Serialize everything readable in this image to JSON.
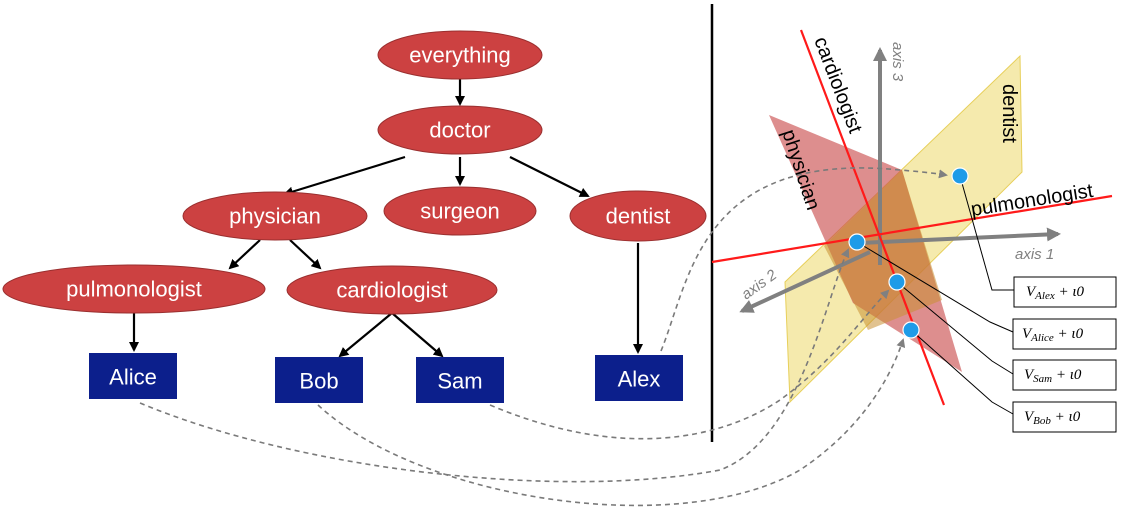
{
  "tree": {
    "nodes": {
      "everything": "everything",
      "doctor": "doctor",
      "physician": "physician",
      "surgeon": "surgeon",
      "dentist": "dentist",
      "pulmonologist": "pulmonologist",
      "cardiologist": "cardiologist"
    },
    "leaves": {
      "alice": "Alice",
      "bob": "Bob",
      "sam": "Sam",
      "alex": "Alex"
    }
  },
  "embedding": {
    "axes": {
      "axis1": "axis 1",
      "axis2": "axis 2",
      "axis3": "axis 3"
    },
    "planes": {
      "cardiologist": "cardiologist",
      "physician": "physician",
      "dentist": "dentist",
      "pulmonologist": "pulmonologist"
    },
    "vectors": {
      "alex": {
        "base": "V",
        "sub": "Alex",
        "suffix": " + ι0"
      },
      "alice": {
        "base": "V",
        "sub": "Alice",
        "suffix": " + ι0"
      },
      "sam": {
        "base": "V",
        "sub": "Sam",
        "suffix": " + ι0"
      },
      "bob": {
        "base": "V",
        "sub": "Bob",
        "suffix": " + ι0"
      }
    }
  },
  "colors": {
    "node_fill": "#cc4141",
    "leaf_fill": "#0c1f8c",
    "point_fill": "#1e9be8",
    "line_red": "#ff1a1a",
    "plane_red": "#c84848",
    "plane_yellow": "#ecd96a"
  }
}
